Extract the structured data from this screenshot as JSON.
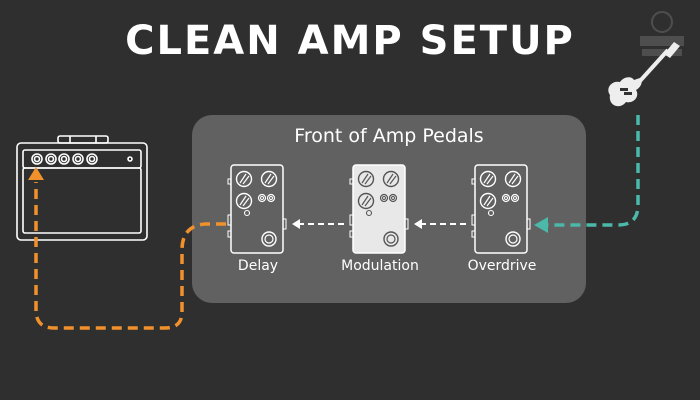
{
  "title": "CLEAN AMP SETUP",
  "panel": {
    "title": "Front of Amp Pedals"
  },
  "pedals": [
    {
      "label": "Delay",
      "style": "outline"
    },
    {
      "label": "Modulation",
      "style": "filled"
    },
    {
      "label": "Overdrive",
      "style": "outline"
    }
  ],
  "devices": {
    "amp": {
      "icon": "amplifier-icon"
    },
    "guitar": {
      "icon": "electric-guitar-icon"
    },
    "watermark": {
      "icon": "watermark-logo"
    }
  },
  "cables": {
    "input_color": "#4bb8a9",
    "output_color": "#f0912c",
    "inline_color": "#ffffff"
  },
  "colors": {
    "background": "#2f2f2f",
    "panel": "#616161",
    "text": "#ffffff"
  }
}
